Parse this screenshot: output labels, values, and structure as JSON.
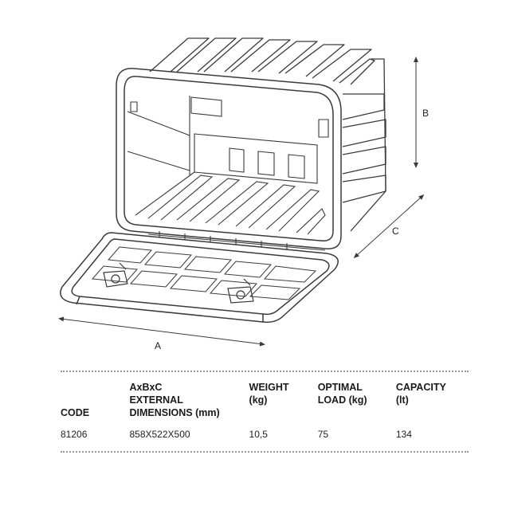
{
  "drawing": {
    "dimension_labels": {
      "a": "A",
      "b": "B",
      "c": "C"
    },
    "line_color": "#3a3a3a"
  },
  "spec_table": {
    "headers": {
      "code": "CODE",
      "dimensions": [
        "AxBxC",
        "EXTERNAL",
        "DIMENSIONS (mm)"
      ],
      "weight": [
        "WEIGHT",
        "(kg)"
      ],
      "optimal_load": [
        "OPTIMAL",
        "LOAD (kg)"
      ],
      "capacity": [
        "CAPACITY",
        "(lt)"
      ]
    },
    "rows": [
      {
        "code": "81206",
        "dimensions": "858X522X500",
        "weight": "10,5",
        "optimal_load": "75",
        "capacity": "134"
      }
    ]
  }
}
